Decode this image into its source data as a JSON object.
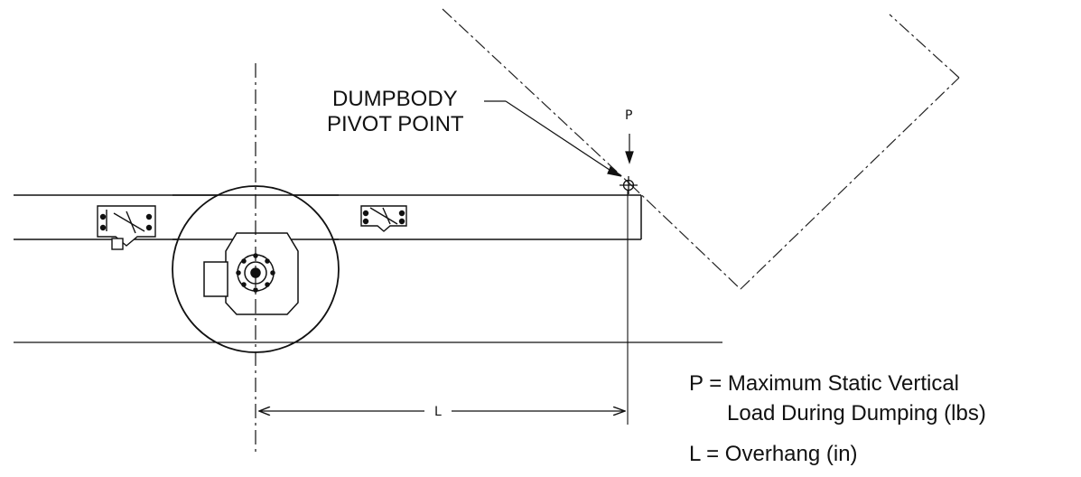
{
  "callout": {
    "line1": "DUMPBODY",
    "line2": "PIVOT POINT"
  },
  "load_marker": "P",
  "dimension_marker": "L",
  "legend": {
    "p_line1": "P = Maximum Static Vertical",
    "p_line2": "Load During Dumping (lbs)",
    "l_line": "L = Overhang (in)"
  }
}
